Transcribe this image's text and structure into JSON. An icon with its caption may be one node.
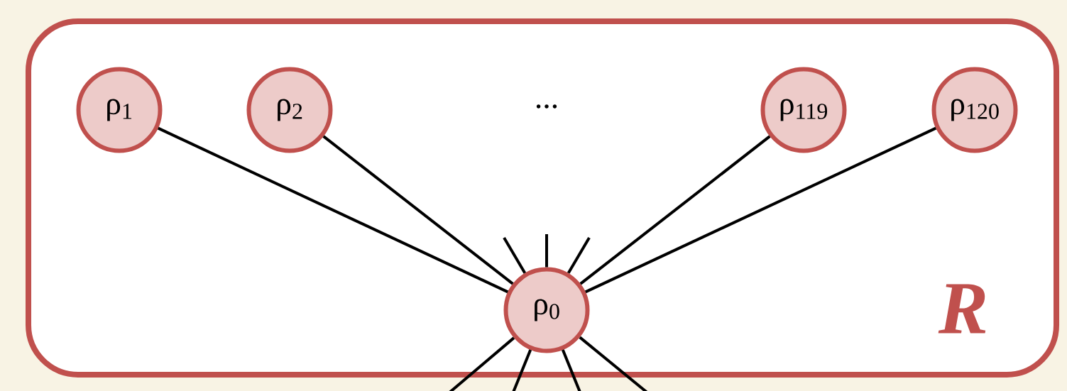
{
  "diagram": {
    "nodes": [
      {
        "text": [
          "R"
        ]
      },
      {
        "text": [
          "ρ$_{1}$"
        ],
        "in": 0
      },
      {
        "text": [
          "ρ$_{2}$"
        ],
        "in": 0
      },
      {
        "text": [
          "ρ$_{119}$"
        ],
        "in": 0
      },
      {
        "text": [
          "ρ$_{120}$"
        ],
        "in": 0
      },
      {
        "text": [
          "ρ$_{0}$"
        ],
        "in": 0
      }
    ],
    "edges": [
      {
        "from": 1,
        "to": 5,
        "arrow": "none"
      },
      {
        "from": 2,
        "to": 5,
        "arrow": "none"
      },
      {
        "from": 3,
        "to": 5,
        "arrow": "none"
      },
      {
        "from": 4,
        "to": 5,
        "arrow": "none"
      },
      {
        "from": 5,
        "to": null,
        "arrow": "none"
      },
      {
        "from": 5,
        "to": null,
        "arrow": "none"
      },
      {
        "from": 5,
        "to": null,
        "arrow": "none"
      },
      {
        "from": 5,
        "to": null,
        "arrow": "none"
      },
      {
        "from": 5,
        "to": null,
        "arrow": "none"
      },
      {
        "from": 5,
        "to": null,
        "arrow": "none"
      },
      {
        "from": 5,
        "to": null,
        "arrow": "none"
      }
    ],
    "labels": [
      "..."
    ]
  }
}
